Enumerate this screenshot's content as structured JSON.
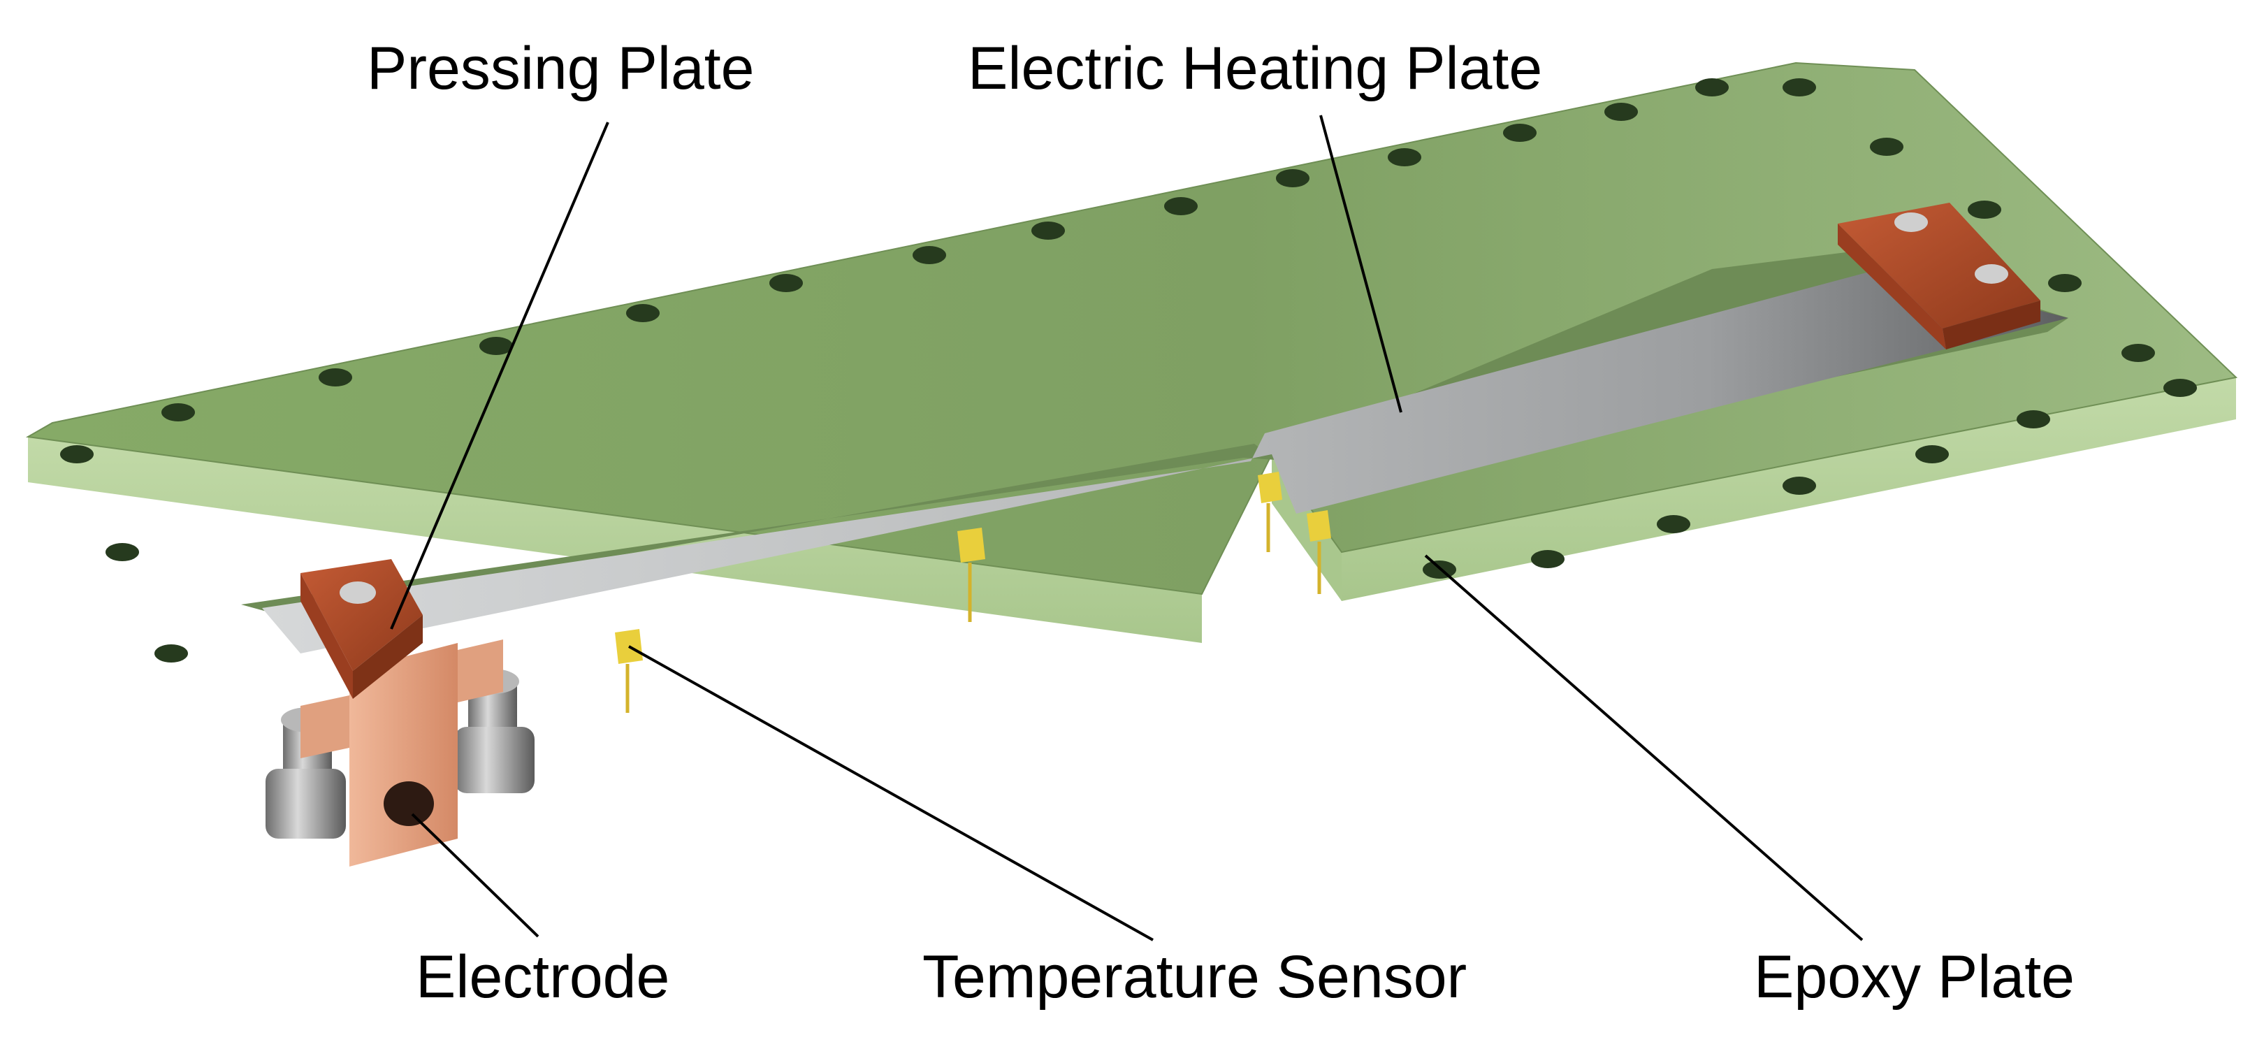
{
  "figure": {
    "labels": {
      "pressing_plate": "Pressing Plate",
      "electric_heating_plate": "Electric Heating Plate",
      "electrode": "Electrode",
      "temperature_sensor": "Temperature Sensor",
      "epoxy_plate": "Epoxy Plate"
    },
    "colors": {
      "epoxy_top": "#8fb072",
      "epoxy_side": "#b7d39a",
      "heating_plate": "#c4c6c7",
      "pressing_plate": "#b5502e",
      "electrode": "#e5a585",
      "bolt": "#9a9a9a",
      "sensor": "#e9cf3c"
    }
  }
}
